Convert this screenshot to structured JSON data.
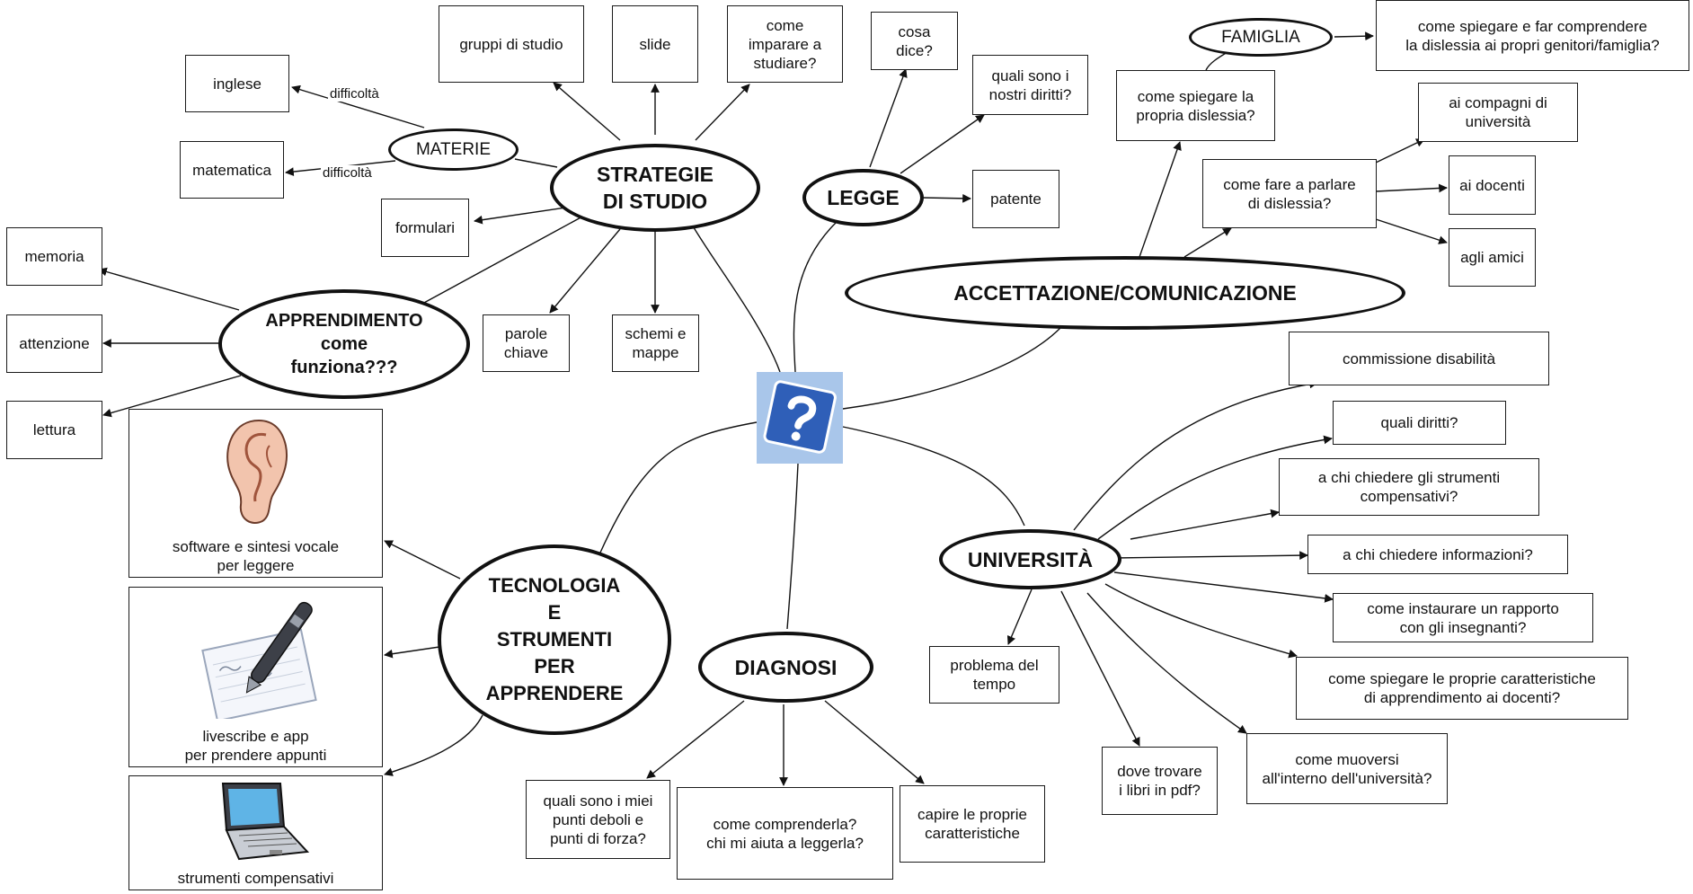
{
  "center": {
    "icon": "question-mark-icon",
    "colors": {
      "frame": "#a9c6ea",
      "tile": "#2f5fb8",
      "glyph": "#ffffff"
    }
  },
  "strategie": {
    "title": "STRATEGIE\nDI STUDIO",
    "materie": {
      "title": "MATERIE",
      "link_label": "difficoltà",
      "items": [
        "inglese",
        "matematica"
      ]
    },
    "items": [
      "gruppi di studio",
      "slide",
      "come\nimparare a\nstudiare?",
      "formulari",
      "parole\nchiave",
      "schemi e\nmappe"
    ]
  },
  "apprendimento": {
    "title": "APPRENDIMENTO\ncome\nfunziona???",
    "items": [
      "memoria",
      "attenzione",
      "lettura"
    ]
  },
  "legge": {
    "title": "LEGGE",
    "items": [
      "cosa\ndice?",
      "quali sono i\nnostri diritti?",
      "patente"
    ]
  },
  "accettazione": {
    "title": "ACCETTAZIONE/COMUNICAZIONE",
    "spiegare": "come spiegare la\npropria dislessia?",
    "famiglia": {
      "title": "FAMIGLIA",
      "item": "come spiegare e far comprendere\nla dislessia ai propri genitori/famiglia?"
    },
    "parlare": "come fare a parlare\ndi dislessia?",
    "targets": [
      "ai compagni di\nuniversità",
      "ai docenti",
      "agli amici"
    ]
  },
  "universita": {
    "title": "UNIVERSITÀ",
    "items": [
      "commissione disabilità",
      "quali diritti?",
      "a chi chiedere gli strumenti\ncompensativi?",
      "a chi chiedere informazioni?",
      "come instaurare un rapporto\ncon gli insegnanti?",
      "come spiegare le proprie caratteristiche\ndi apprendimento ai docenti?",
      "come muoversi\nall'interno dell'università?",
      "dove trovare\ni libri in pdf?",
      "problema del\ntempo"
    ]
  },
  "diagnosi": {
    "title": "DIAGNOSI",
    "items": [
      "quali sono i miei\npunti deboli e\npunti di forza?",
      "come comprenderla?\nchi mi aiuta a leggerla?",
      "capire le proprie\ncaratteristiche"
    ]
  },
  "tecnologia": {
    "title": "TECNOLOGIA\nE\nSTRUMENTI\nPER\nAPPRENDERE",
    "items": [
      {
        "caption": "software e sintesi vocale\nper leggere",
        "icon": "ear-icon"
      },
      {
        "caption": "livescribe e app\nper prendere appunti",
        "icon": "smartpen-notepad-icon"
      },
      {
        "caption": "strumenti compensativi",
        "icon": "laptop-icon"
      }
    ]
  }
}
